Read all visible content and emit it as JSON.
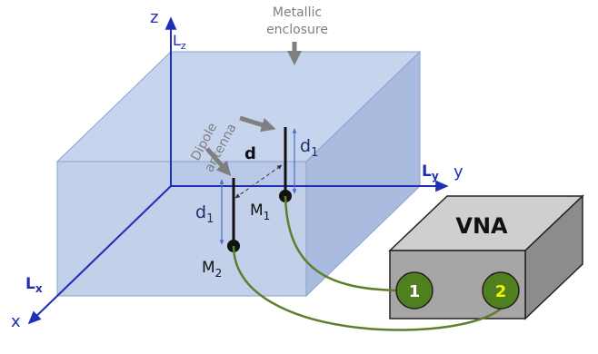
{
  "axes": {
    "z": "z",
    "y": "y",
    "x": "x",
    "lz": {
      "main": "L",
      "sub": "z"
    },
    "ly": {
      "main": "L",
      "sub": "y"
    },
    "lx": {
      "main": "L",
      "sub": "x"
    }
  },
  "labels": {
    "enclosure_line1": "Metallic",
    "enclosure_line2": "enclosure",
    "dipole_line1": "Dipole",
    "dipole_line2": "antenna",
    "distance": "d",
    "d1_right": {
      "main": "d",
      "sub": "1"
    },
    "d1_left": {
      "main": "d",
      "sub": "1"
    },
    "m1": {
      "main": "M",
      "sub": "1"
    },
    "m2": {
      "main": "M",
      "sub": "2"
    }
  },
  "vna": {
    "title": "VNA",
    "port1": "1",
    "port2": "2"
  },
  "colors": {
    "axis": "#1f2fb5",
    "box_front": "#b7c8e6",
    "box_side": "#a9bcdf",
    "box_top": "#c6d4ee",
    "box_edge": "#8aa2cf",
    "gray_arrow": "#7f7f7f",
    "cable": "#5e7e2c",
    "port_fill": "#4f7f1f",
    "port_text_1": "#ffffff",
    "port_text_2": "#f2f200",
    "vna_front": "#a6a6a6",
    "vna_top": "#cfcfcf",
    "vna_side": "#8c8c8c"
  }
}
